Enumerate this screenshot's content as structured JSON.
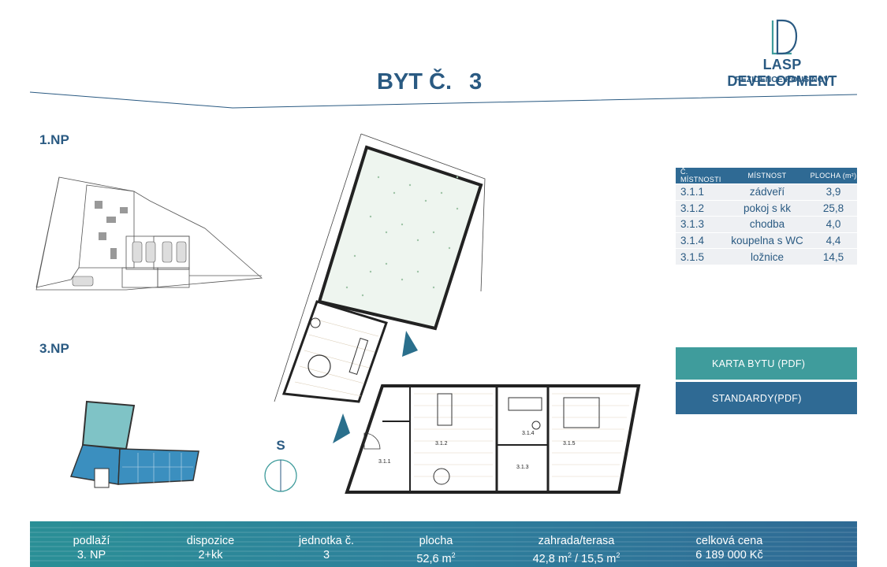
{
  "brand": {
    "name": "LASP DEVELOPMENT",
    "subtitle": "REZIDENCE ROUSINOV",
    "accent": "#2a5a82",
    "teal": "#3f9c9c"
  },
  "header": {
    "title": "BYT Č.",
    "number": "3"
  },
  "floors": {
    "first": "1.NP",
    "third": "3.NP"
  },
  "plan": {
    "rooms": [
      "3.1.1",
      "3.1.2",
      "3.1.3",
      "3.1.4",
      "3.1.5"
    ],
    "compass": "S"
  },
  "rooms_table": {
    "headers": [
      "Č. MÍSTNOSTI",
      "MÍSTNOST",
      "PLOCHA (m²)"
    ],
    "rows": [
      {
        "id": "3.1.1",
        "name": "zádveří",
        "area": "3,9"
      },
      {
        "id": "3.1.2",
        "name": "pokoj s kk",
        "area": "25,8"
      },
      {
        "id": "3.1.3",
        "name": "chodba",
        "area": "4,0"
      },
      {
        "id": "3.1.4",
        "name": "koupelna s WC",
        "area": "4,4"
      },
      {
        "id": "3.1.5",
        "name": "ložnice",
        "area": "14,5"
      }
    ]
  },
  "buttons": {
    "card": "KARTA BYTU  (PDF)",
    "standards": "STANDARDY(PDF)"
  },
  "footer": {
    "floor_label": "podlaží",
    "floor_value": "3. NP",
    "layout_label": "dispozice",
    "layout_value": "2+kk",
    "unit_label": "jednotka č.",
    "unit_value": "3",
    "area_label": "plocha",
    "area_value": "52,6 m",
    "garden_label": "zahrada/terasa",
    "garden_value_a": "42,8 m",
    "garden_value_b": " / 15,5 m",
    "price_label": "celková cena",
    "price_value": "6 189 000 Kč"
  }
}
